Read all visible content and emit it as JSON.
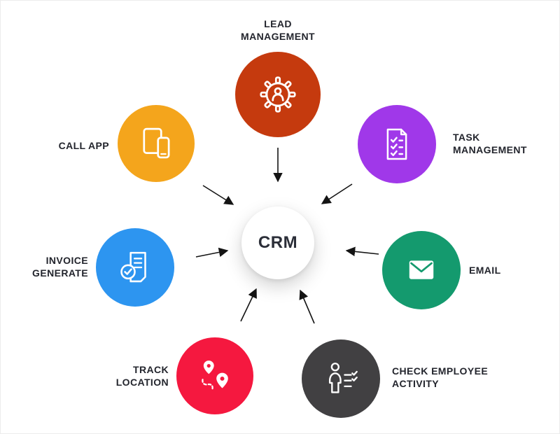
{
  "center": {
    "label": "CRM"
  },
  "nodes": [
    {
      "label": "LEAD MANAGEMENT",
      "color": "#c53a0e",
      "icon": "gear-person-icon"
    },
    {
      "label": "CALL APP",
      "color": "#f4a51c",
      "icon": "tablet-phone-icon"
    },
    {
      "label": "TASK MANAGEMENT",
      "color": "#a038e9",
      "icon": "task-checklist-icon"
    },
    {
      "label": "INVOICE GENERATE",
      "color": "#2d95f0",
      "icon": "invoice-check-icon"
    },
    {
      "label": "EMAIL",
      "color": "#149a6e",
      "icon": "envelope-icon"
    },
    {
      "label": "TRACK LOCATION",
      "color": "#f5183f",
      "icon": "route-pins-icon"
    },
    {
      "label": "CHECK EMPLOYEE ACTIVITY",
      "color": "#414042",
      "icon": "person-checklist-icon"
    }
  ],
  "arrow_color": "#141414",
  "label_color": "#23252d"
}
